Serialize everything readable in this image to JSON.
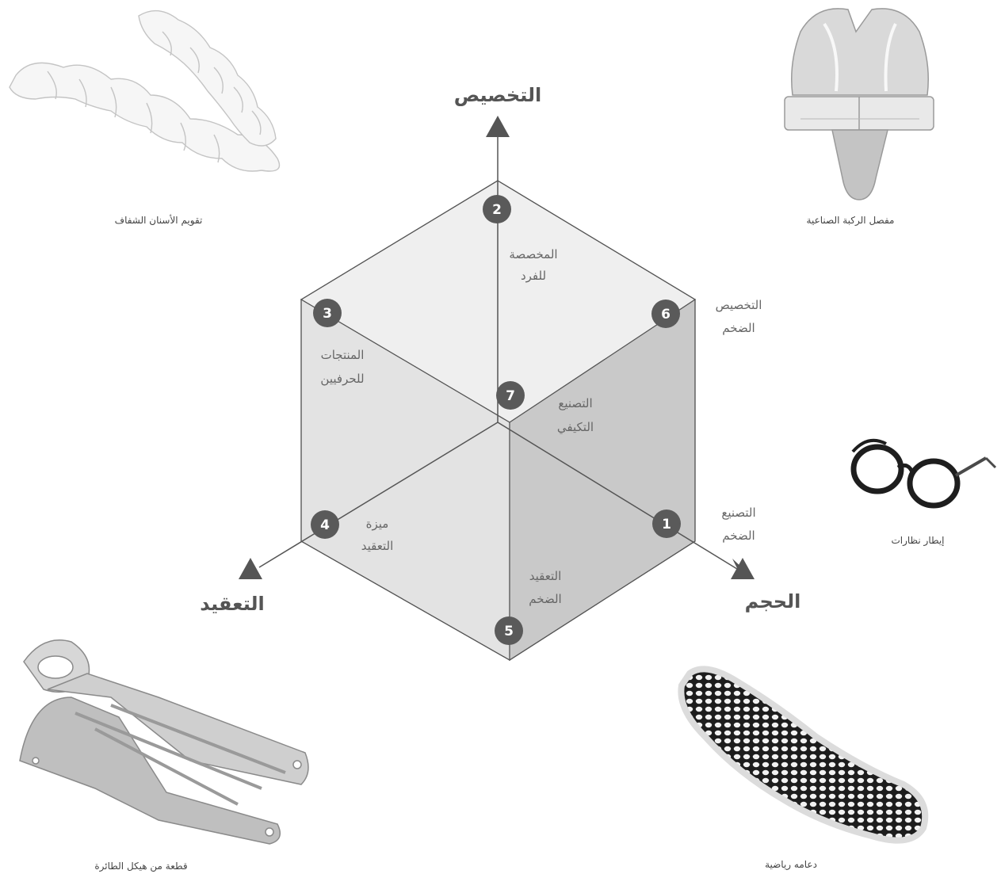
{
  "axes": {
    "customization": "التخصيص",
    "volume": "الحجم",
    "complexity": "التعقيد"
  },
  "nodes": [
    {
      "number": "1",
      "label_line1": "التصنيع",
      "label_line2": "الضخم"
    },
    {
      "number": "2",
      "label_line1": "المخصصة",
      "label_line2": "للفرد"
    },
    {
      "number": "3",
      "label_line1": "المنتجات",
      "label_line2": "للحرفيين"
    },
    {
      "number": "4",
      "label_line1": "ميزة",
      "label_line2": "التعقيد"
    },
    {
      "number": "5",
      "label_line1": "التعقيد",
      "label_line2": "الضخم"
    },
    {
      "number": "6",
      "label_line1": "التخصيص",
      "label_line2": "الضخم"
    },
    {
      "number": "7",
      "label_line1": "التصنيع",
      "label_line2": "التكيفي"
    }
  ],
  "products": {
    "aligner": "تقويم الأسنان الشفاف",
    "knee": "مفصل الركبة الصناعية",
    "glasses": "إيطار نظارات",
    "insole": "دعامه رياضية",
    "aircraft": "قطعة من هيكل الطائرة"
  },
  "colors": {
    "face_top": "#efefef",
    "face_left": "#e3e3e3",
    "face_right": "#c9c9c9",
    "node": "#5a5a5a",
    "line": "#555555"
  }
}
